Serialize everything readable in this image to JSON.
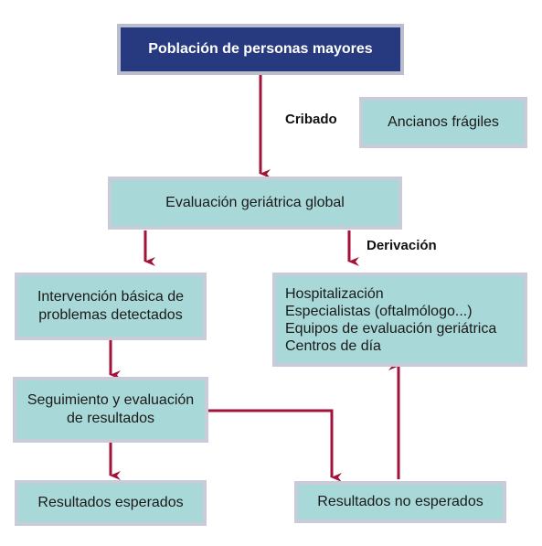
{
  "nodes": {
    "population": "Población de personas mayores",
    "frail": "Ancianos frágiles",
    "assessment": "Evaluación geriátrica global",
    "intervention": [
      "Intervención básica de",
      "problemas detectados"
    ],
    "referral_targets": [
      "Hospitalización",
      "Especialistas (oftalmólogo...)",
      "Equipos de evaluación geriátrica",
      "Centros de día"
    ],
    "followup": [
      "Seguimiento y evaluación",
      "de resultados"
    ],
    "expected": "Resultados esperados",
    "unexpected": "Resultados no esperados"
  },
  "labels": {
    "screening": "Cribado",
    "referral": "Derivación"
  },
  "colors": {
    "header_box": "#273a80",
    "box_fill": "#a9d8d8",
    "box_border": "#c8ccd9",
    "arrow": "#a31238"
  }
}
